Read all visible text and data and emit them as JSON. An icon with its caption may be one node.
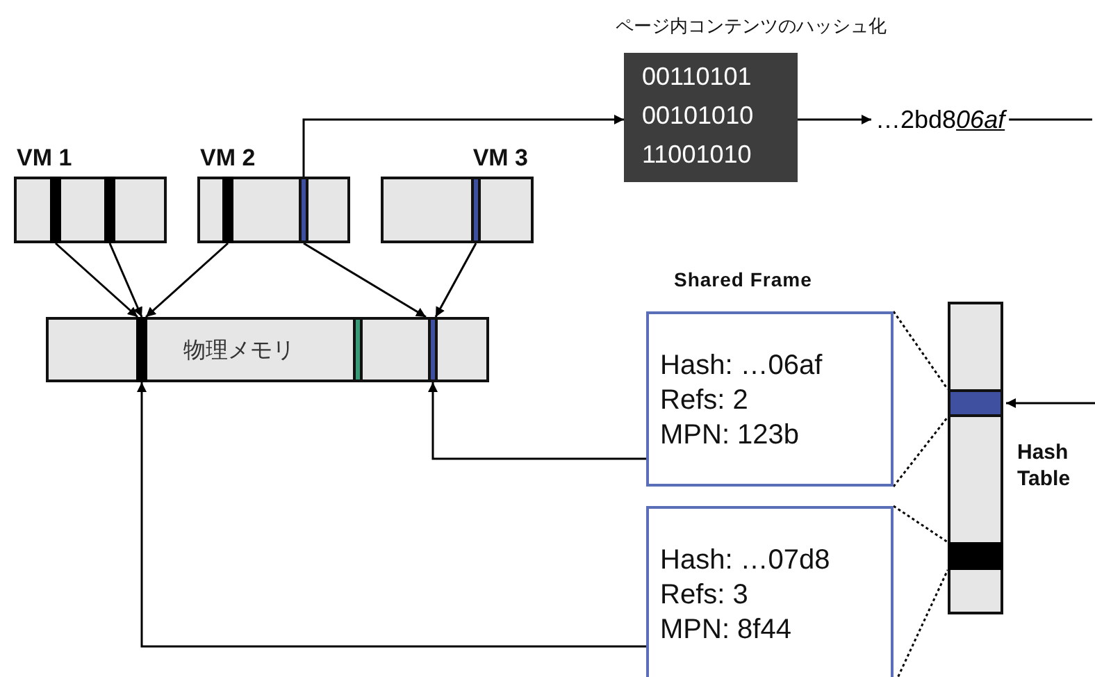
{
  "diagram": {
    "nodes": [
      {
        "text": [
          "VM 1"
        ]
      },
      {
        "text": [],
        "shape": "bar",
        "in": 0
      },
      {
        "text": [],
        "shape": "bar",
        "in": 0
      },
      {
        "text": [
          "VM 2"
        ]
      },
      {
        "text": [],
        "shape": "bar",
        "in": 3
      },
      {
        "text": [],
        "shape": "bar",
        "in": 3
      },
      {
        "text": [
          "VM 3"
        ]
      },
      {
        "text": [],
        "shape": "bar",
        "in": 6
      },
      {
        "text": [
          "00110101 00101010 11001010"
        ],
        "beside": [
          "ページ内コンテンツのハッシュ化"
        ]
      },
      {
        "text": [
          "…2bd8",
          "06af"
        ]
      },
      {
        "text": [
          "物理メモリ"
        ]
      },
      {
        "text": [],
        "shape": "bar",
        "in": 10
      },
      {
        "text": [],
        "shape": "bar",
        "in": 10
      },
      {
        "text": [],
        "shape": "bar",
        "in": 10
      },
      {
        "text": [
          "Shared Frame",
          "Hash: …06af",
          "Refs: 2",
          "MPN: 123b"
        ]
      },
      {
        "text": [
          "Hash Table"
        ]
      },
      {
        "text": [],
        "shape": "bar",
        "in": 15
      },
      {
        "text": [],
        "shape": "bar",
        "in": 15
      },
      {
        "text": [
          "Hash: …07d8",
          "Refs: 3",
          "MPN: 8f44"
        ]
      }
    ],
    "edges": [
      {
        "from": 1,
        "to": 11,
        "arrow": "to"
      },
      {
        "from": 2,
        "to": 11,
        "arrow": "to"
      },
      {
        "from": 4,
        "to": 11,
        "arrow": "to"
      },
      {
        "from": 5,
        "to": 13,
        "arrow": "to"
      },
      {
        "from": 7,
        "to": 13,
        "arrow": "to"
      },
      {
        "from": 5,
        "to": 8,
        "arrow": "to"
      },
      {
        "from": 8,
        "to": 9,
        "arrow": "to"
      },
      {
        "from": 9,
        "to": null,
        "arrow": "none"
      },
      {
        "from": null,
        "to": 16,
        "arrow": "to"
      },
      {
        "from": 14,
        "to": 13,
        "arrow": "to"
      },
      {
        "from": 18,
        "to": 11,
        "arrow": "to"
      },
      {
        "from": 14,
        "to": 16,
        "arrow": "none",
        "style": "dashed"
      },
      {
        "from": 14,
        "to": 16,
        "arrow": "none",
        "style": "dashed"
      },
      {
        "from": 18,
        "to": 17,
        "arrow": "none",
        "style": "dashed"
      },
      {
        "from": 18,
        "to": 17,
        "arrow": "none",
        "style": "dashed"
      }
    ]
  }
}
